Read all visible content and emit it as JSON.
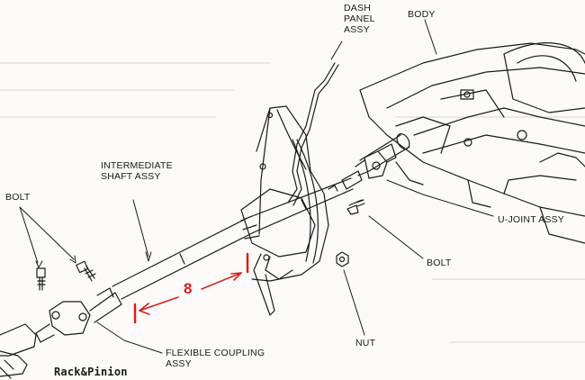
{
  "labels": {
    "dash_panel_assy": "DASH\nPANEL\nASSY",
    "body": "BODY",
    "intermediate_shaft_assy": "INTERMEDIATE\nSHAFT ASSY",
    "bolt_left": "BOLT",
    "u_joint_assy": "U-JOINT ASSY",
    "bolt_right": "BOLT",
    "nut": "NUT",
    "flexible_coupling_assy": "FLEXIBLE COUPLING\nASSY",
    "rack_and_pinion": "Rack&Pinion"
  },
  "annotation": {
    "dimension_value": "8",
    "color": "#d42020"
  },
  "colors": {
    "ink": "#1a1a1a",
    "paper": "#fbfaf8",
    "bleed": "#b8b4ae"
  }
}
